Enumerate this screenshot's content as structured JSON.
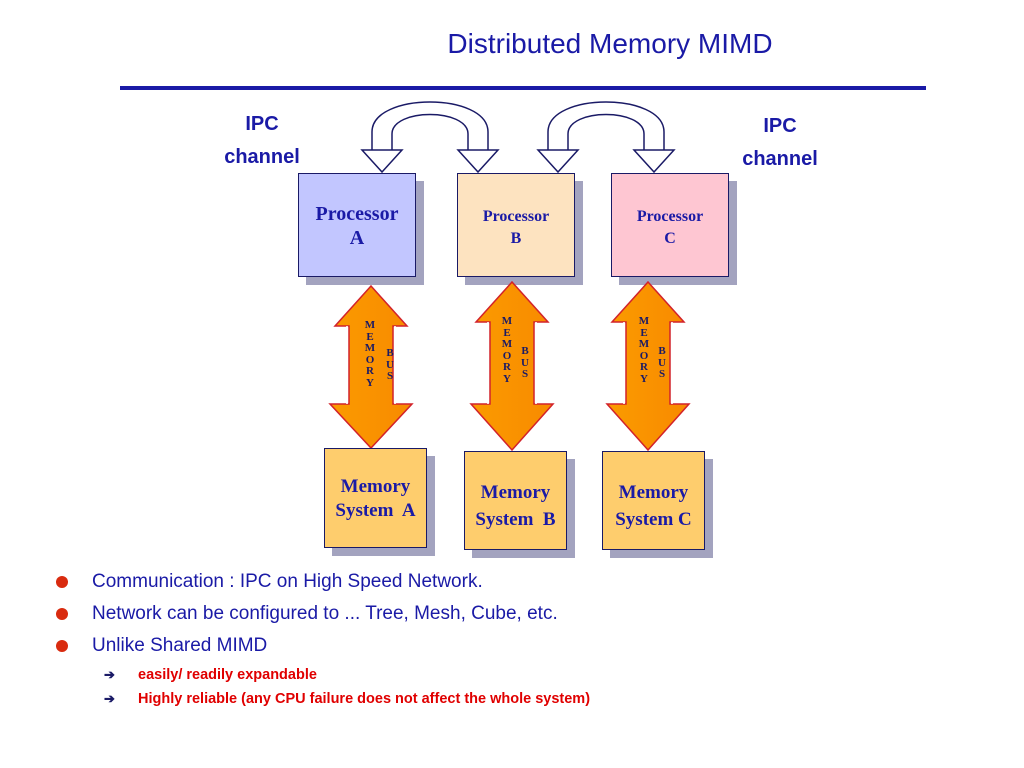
{
  "slide": {
    "title": "Distributed Memory MIMD"
  },
  "ipc_labels": {
    "left": {
      "line1": "IPC",
      "line2": "channel"
    },
    "right": {
      "line1": "IPC",
      "line2": "channel"
    }
  },
  "processors": [
    {
      "line1": "Processor",
      "line2": "A"
    },
    {
      "line1": "Processor",
      "line2": "B"
    },
    {
      "line1": "Processor",
      "line2": "C"
    }
  ],
  "memories": [
    {
      "line1": "Memory",
      "line2": "System  A"
    },
    {
      "line1": "Memory",
      "line2": "System  B"
    },
    {
      "line1": "Memory",
      "line2": "System C"
    }
  ],
  "bus_label": {
    "memory_letters": [
      "M",
      "E",
      "M",
      "O",
      "R",
      "Y"
    ],
    "bus_letters": [
      "B",
      "U",
      "S"
    ]
  },
  "bullets": [
    {
      "text": "Communication : IPC on High Speed Network."
    },
    {
      "text": "Network can be configured to ... Tree, Mesh, Cube, etc."
    },
    {
      "text": "Unlike Shared MIMD"
    }
  ],
  "sub_bullets": [
    {
      "text": "easily/ readily expandable"
    },
    {
      "text": "Highly reliable (any CPU  failure does not affect the whole system)"
    }
  ],
  "colors": {
    "text_blue": "#1a1aa6",
    "bullet_red": "#d92b0f",
    "sub_red": "#e00000",
    "arrow_orange": "#fb9b00",
    "arrow_outline": "#d2222a",
    "processor_a": "#c2c6ff",
    "processor_b": "#fde3c0",
    "processor_c": "#fec6d2",
    "memory": "#fecd6d"
  },
  "icons": {
    "bullet": "red-dot",
    "sub_bullet": "right-arrow"
  }
}
